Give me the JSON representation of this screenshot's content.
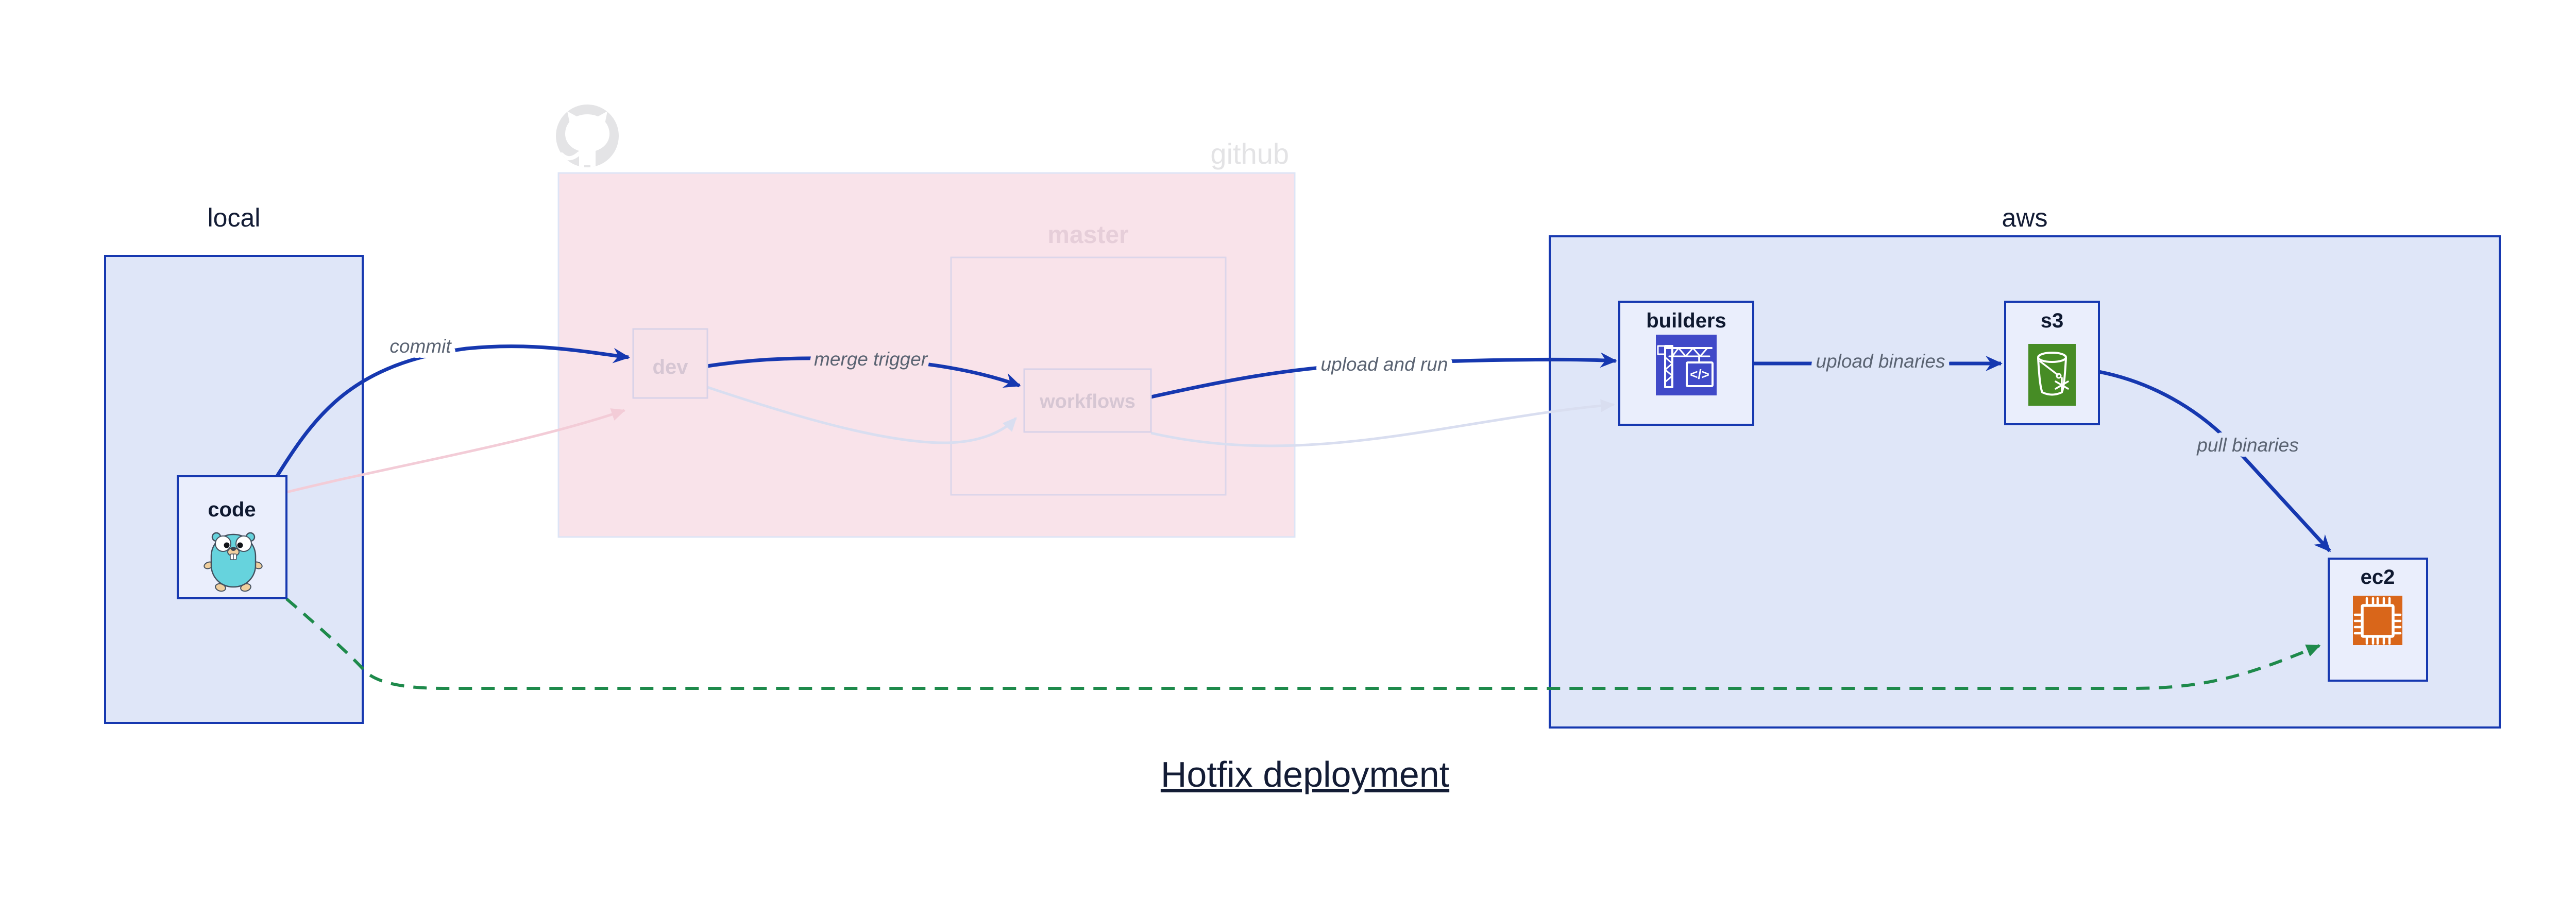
{
  "diagram": {
    "title": "Hotfix deployment"
  },
  "groups": {
    "local": {
      "label": "local"
    },
    "github": {
      "label": "github",
      "watermark_icon": "octocat-icon",
      "state": "faded"
    },
    "master": {
      "label": "master",
      "state": "faded"
    },
    "aws": {
      "label": "aws"
    }
  },
  "nodes": {
    "code": {
      "label": "code",
      "icon": "go-gopher-icon"
    },
    "dev": {
      "label": "dev",
      "state": "faded"
    },
    "workflows": {
      "label": "workflows",
      "state": "faded"
    },
    "builders": {
      "label": "builders",
      "icon": "aws-codebuild-icon",
      "icon_glyph": "</>"
    },
    "s3": {
      "label": "s3",
      "icon": "aws-s3-glacier-bucket-icon"
    },
    "ec2": {
      "label": "ec2",
      "icon": "aws-ec2-chip-icon"
    }
  },
  "edges": {
    "commit": {
      "label": "commit",
      "from": "code",
      "to": "dev",
      "style": "solid-blue"
    },
    "merge_trigger": {
      "label": "merge trigger",
      "from": "dev",
      "to": "workflows",
      "style": "solid-blue"
    },
    "upload_and_run": {
      "label": "upload and run",
      "from": "workflows",
      "to": "builders",
      "style": "solid-blue"
    },
    "upload_binaries": {
      "label": "upload binaries",
      "from": "builders",
      "to": "s3",
      "style": "solid-blue"
    },
    "pull_binaries": {
      "label": "pull binaries",
      "from": "s3",
      "to": "ec2",
      "style": "solid-blue"
    },
    "hotfix_path": {
      "label": "",
      "from": "code",
      "to": "ec2",
      "style": "dashed-green"
    },
    "faded_code_dev": {
      "label": "",
      "from": "code",
      "to": "dev",
      "style": "faded-pink"
    },
    "faded_dev_workflows": {
      "label": "",
      "from": "dev",
      "to": "workflows",
      "style": "faded-lavender"
    },
    "faded_workflows_builders": {
      "label": "",
      "from": "workflows",
      "to": "builders",
      "style": "faded-lavender"
    }
  },
  "colors": {
    "edge_blue": "#1638b0",
    "edge_green": "#1e8a4b",
    "edge_faded_pink": "#f3ccd7",
    "edge_faded_lavender": "#d9def0",
    "group_blue_fill": "#dfe6f8",
    "group_pink_fill": "#f9e3ea",
    "node_fill": "#eaeefc",
    "node_faded_fill": "#f7e2e9",
    "codebuild_icon_bg": "#4049c8",
    "s3_icon_bg": "#468c25",
    "ec2_icon_bg": "#d9661a",
    "gopher_teal": "#66d3dd",
    "edge_label_gray": "#5a6372",
    "label_navy": "#131c35",
    "watermark_gray": "#e3e3e5"
  }
}
